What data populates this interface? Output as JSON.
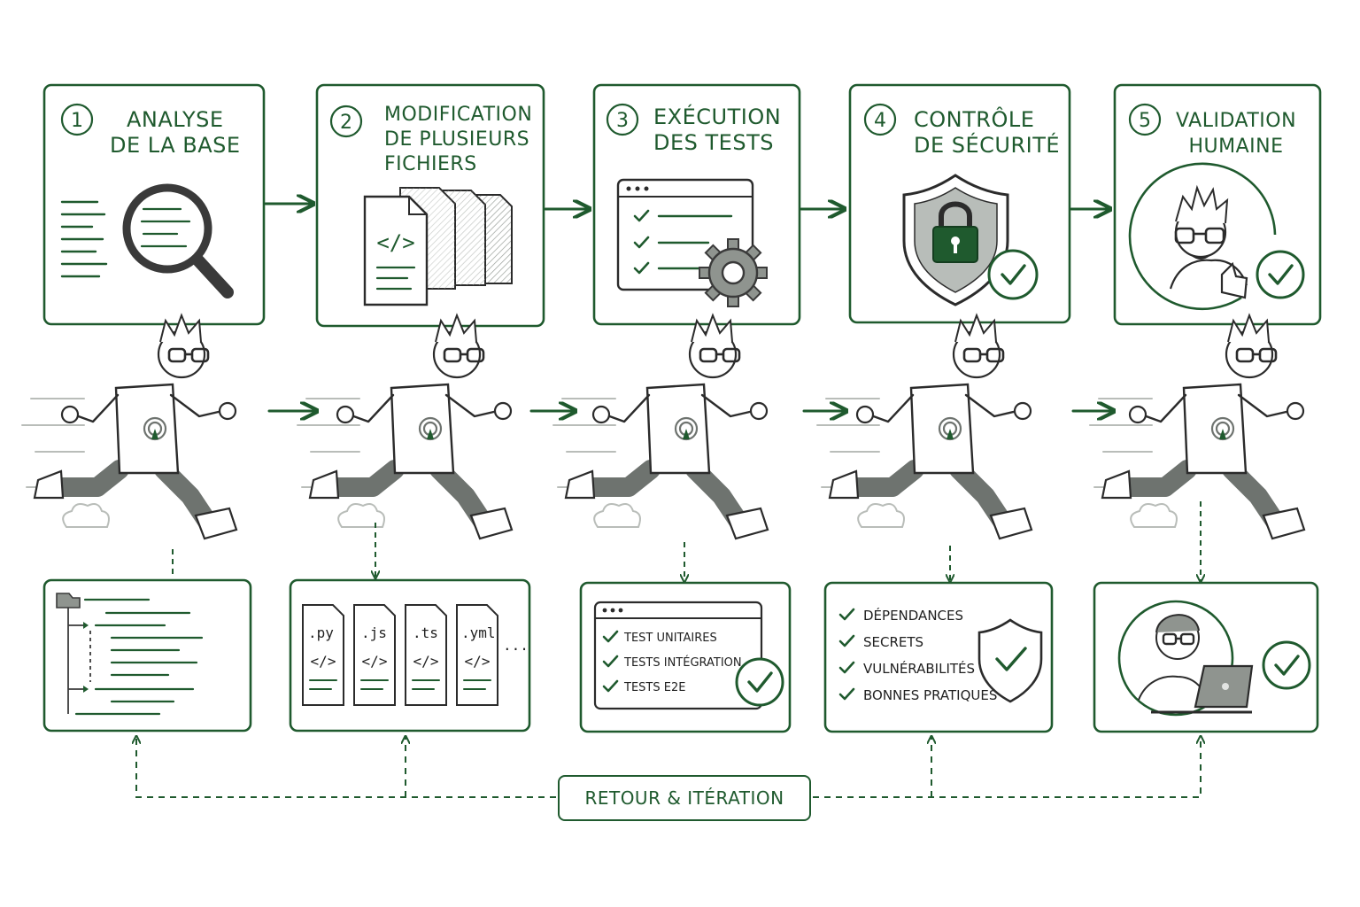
{
  "colors": {
    "accent": "#1f5a2e",
    "ink": "#2b2b2b",
    "shade": "#cfd4d0"
  },
  "steps": [
    {
      "number": "1",
      "title": [
        "Analyse",
        "de la base"
      ],
      "icon": "magnifier-icon"
    },
    {
      "number": "2",
      "title": [
        "Modification",
        "de plusieurs",
        "fichiers"
      ],
      "icon": "files-icon"
    },
    {
      "number": "3",
      "title": [
        "Exécution",
        "des tests"
      ],
      "icon": "test-window-gear-icon"
    },
    {
      "number": "4",
      "title": [
        "Contrôle",
        "de sécurité"
      ],
      "icon": "shield-lock-icon"
    },
    {
      "number": "5",
      "title": [
        "Validation",
        "humaine"
      ],
      "icon": "person-thumbs-up-icon"
    }
  ],
  "details": {
    "file_extensions": [
      ".py",
      ".js",
      ".ts",
      ".yml"
    ],
    "more_files": "...",
    "tests": [
      "Test unitaires",
      "Tests intégration",
      "Tests E2E"
    ],
    "security_checks": [
      "Dépendances",
      "Secrets",
      "Vulnérabilités",
      "Bonnes pratiques"
    ]
  },
  "feedback_label": "Retour & itération"
}
